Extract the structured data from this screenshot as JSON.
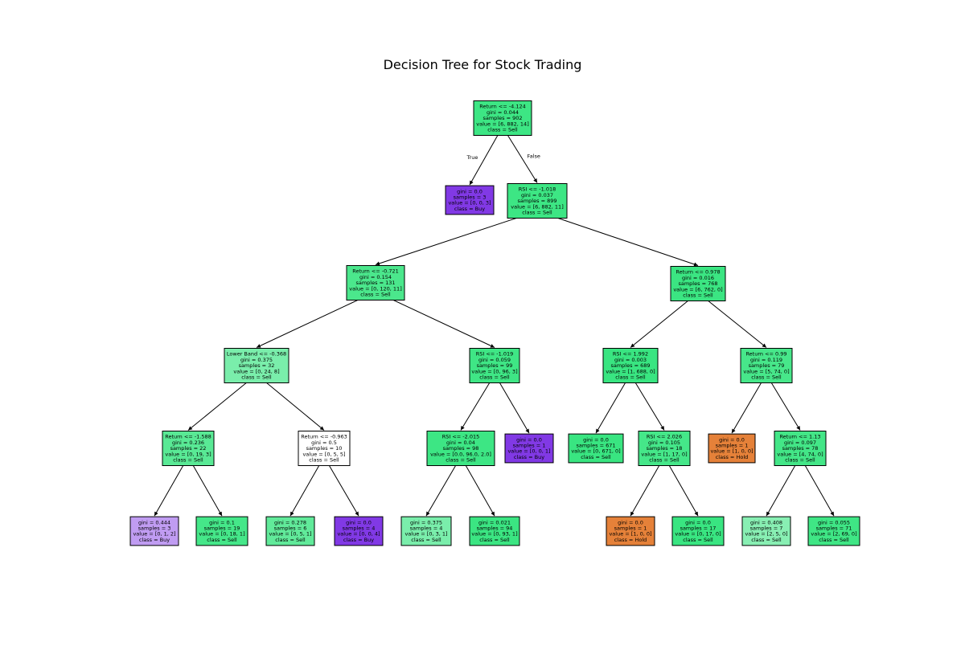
{
  "title": "Decision Tree for Stock Trading",
  "class_colors": {
    "Sell": "#39e581",
    "Buy": "#8139e5",
    "Hold": "#e58139",
    "tie": "#ffffff"
  },
  "edge_labels": {
    "true": "True",
    "false": "False"
  },
  "nodes": [
    {
      "id": "n0",
      "lines": [
        "Return <= -4.124",
        "gini = 0.044",
        "samples = 902",
        "value = [6, 882, 14]",
        "class = Sell"
      ],
      "class": "Sell",
      "purity": 0.98
    },
    {
      "id": "n1",
      "lines": [
        "gini = 0.0",
        "samples = 3",
        "value = [0, 0, 3]",
        "class = Buy"
      ],
      "class": "Buy",
      "purity": 1.0
    },
    {
      "id": "n2",
      "lines": [
        "RSI <= -1.018",
        "gini = 0.037",
        "samples = 899",
        "value = [6, 882, 11]",
        "class = Sell"
      ],
      "class": "Sell",
      "purity": 0.98
    },
    {
      "id": "n3",
      "lines": [
        "Return <= -0.721",
        "gini = 0.154",
        "samples = 131",
        "value = [0, 120, 11]",
        "class = Sell"
      ],
      "class": "Sell",
      "purity": 0.91
    },
    {
      "id": "n4",
      "lines": [
        "Return <= 0.978",
        "gini = 0.016",
        "samples = 768",
        "value = [6, 762, 0]",
        "class = Sell"
      ],
      "class": "Sell",
      "purity": 0.99
    },
    {
      "id": "n5",
      "lines": [
        "Lower Band <= -0.368",
        "gini = 0.375",
        "samples = 32",
        "value = [0, 24, 8]",
        "class = Sell"
      ],
      "class": "Sell",
      "purity": 0.67
    },
    {
      "id": "n6",
      "lines": [
        "RSI <= -1.019",
        "gini = 0.059",
        "samples = 99",
        "value = [0, 96, 3]",
        "class = Sell"
      ],
      "class": "Sell",
      "purity": 0.97
    },
    {
      "id": "n7",
      "lines": [
        "RSI <= 1.992",
        "gini = 0.003",
        "samples = 689",
        "value = [1, 688, 0]",
        "class = Sell"
      ],
      "class": "Sell",
      "purity": 1.0
    },
    {
      "id": "n8",
      "lines": [
        "Return <= 0.99",
        "gini = 0.119",
        "samples = 79",
        "value = [5, 74, 0]",
        "class = Sell"
      ],
      "class": "Sell",
      "purity": 0.93
    },
    {
      "id": "n9",
      "lines": [
        "Return <= -1.588",
        "gini = 0.236",
        "samples = 22",
        "value = [0, 19, 3]",
        "class = Sell"
      ],
      "class": "Sell",
      "purity": 0.84
    },
    {
      "id": "n10",
      "lines": [
        "Return <= -0.963",
        "gini = 0.5",
        "samples = 10",
        "value = [0, 5, 5]",
        "class = Sell"
      ],
      "class": "Sell",
      "purity": 0.0
    },
    {
      "id": "n11",
      "lines": [
        "RSI <= -2.015",
        "gini = 0.04",
        "samples = 98",
        "value = [0.0, 96.0, 2.0]",
        "class = Sell"
      ],
      "class": "Sell",
      "purity": 0.98
    },
    {
      "id": "n12",
      "lines": [
        "gini = 0.0",
        "samples = 1",
        "value = [0, 0, 1]",
        "class = Buy"
      ],
      "class": "Buy",
      "purity": 1.0
    },
    {
      "id": "n13",
      "lines": [
        "gini = 0.0",
        "samples = 671",
        "value = [0, 671, 0]",
        "class = Sell"
      ],
      "class": "Sell",
      "purity": 1.0
    },
    {
      "id": "n14",
      "lines": [
        "RSI <= 2.026",
        "gini = 0.105",
        "samples = 18",
        "value = [1, 17, 0]",
        "class = Sell"
      ],
      "class": "Sell",
      "purity": 0.94
    },
    {
      "id": "n15",
      "lines": [
        "gini = 0.0",
        "samples = 1",
        "value = [1, 0, 0]",
        "class = Hold"
      ],
      "class": "Hold",
      "purity": 1.0
    },
    {
      "id": "n16",
      "lines": [
        "Return <= 1.13",
        "gini = 0.097",
        "samples = 78",
        "value = [4, 74, 0]",
        "class = Sell"
      ],
      "class": "Sell",
      "purity": 0.95
    },
    {
      "id": "n17",
      "lines": [
        "gini = 0.444",
        "samples = 3",
        "value = [0, 1, 2]",
        "class = Buy"
      ],
      "class": "Buy",
      "purity": 0.5
    },
    {
      "id": "n18",
      "lines": [
        "gini = 0.1",
        "samples = 19",
        "value = [0, 18, 1]",
        "class = Sell"
      ],
      "class": "Sell",
      "purity": 0.94
    },
    {
      "id": "n19",
      "lines": [
        "gini = 0.278",
        "samples = 6",
        "value = [0, 5, 1]",
        "class = Sell"
      ],
      "class": "Sell",
      "purity": 0.8
    },
    {
      "id": "n20",
      "lines": [
        "gini = 0.0",
        "samples = 4",
        "value = [0, 0, 4]",
        "class = Buy"
      ],
      "class": "Buy",
      "purity": 1.0
    },
    {
      "id": "n21",
      "lines": [
        "gini = 0.375",
        "samples = 4",
        "value = [0, 3, 1]",
        "class = Sell"
      ],
      "class": "Sell",
      "purity": 0.67
    },
    {
      "id": "n22",
      "lines": [
        "gini = 0.021",
        "samples = 94",
        "value = [0, 93, 1]",
        "class = Sell"
      ],
      "class": "Sell",
      "purity": 0.99
    },
    {
      "id": "n23",
      "lines": [
        "gini = 0.0",
        "samples = 1",
        "value = [1, 0, 0]",
        "class = Hold"
      ],
      "class": "Hold",
      "purity": 1.0
    },
    {
      "id": "n24",
      "lines": [
        "gini = 0.0",
        "samples = 17",
        "value = [0, 17, 0]",
        "class = Sell"
      ],
      "class": "Sell",
      "purity": 1.0
    },
    {
      "id": "n25",
      "lines": [
        "gini = 0.408",
        "samples = 7",
        "value = [2, 5, 0]",
        "class = Sell"
      ],
      "class": "Sell",
      "purity": 0.6
    },
    {
      "id": "n26",
      "lines": [
        "gini = 0.055",
        "samples = 71",
        "value = [2, 69, 0]",
        "class = Sell"
      ],
      "class": "Sell",
      "purity": 0.97
    }
  ],
  "edges": [
    {
      "from": "n0",
      "to": "n1",
      "label": "true"
    },
    {
      "from": "n0",
      "to": "n2",
      "label": "false"
    },
    {
      "from": "n2",
      "to": "n3"
    },
    {
      "from": "n2",
      "to": "n4"
    },
    {
      "from": "n3",
      "to": "n5"
    },
    {
      "from": "n3",
      "to": "n6"
    },
    {
      "from": "n4",
      "to": "n7"
    },
    {
      "from": "n4",
      "to": "n8"
    },
    {
      "from": "n5",
      "to": "n9"
    },
    {
      "from": "n5",
      "to": "n10"
    },
    {
      "from": "n6",
      "to": "n11"
    },
    {
      "from": "n6",
      "to": "n12"
    },
    {
      "from": "n7",
      "to": "n13"
    },
    {
      "from": "n7",
      "to": "n14"
    },
    {
      "from": "n8",
      "to": "n15"
    },
    {
      "from": "n8",
      "to": "n16"
    },
    {
      "from": "n9",
      "to": "n17"
    },
    {
      "from": "n9",
      "to": "n18"
    },
    {
      "from": "n10",
      "to": "n19"
    },
    {
      "from": "n10",
      "to": "n20"
    },
    {
      "from": "n11",
      "to": "n21"
    },
    {
      "from": "n11",
      "to": "n22"
    },
    {
      "from": "n14",
      "to": "n23"
    },
    {
      "from": "n14",
      "to": "n24"
    },
    {
      "from": "n16",
      "to": "n25"
    },
    {
      "from": "n16",
      "to": "n26"
    }
  ]
}
